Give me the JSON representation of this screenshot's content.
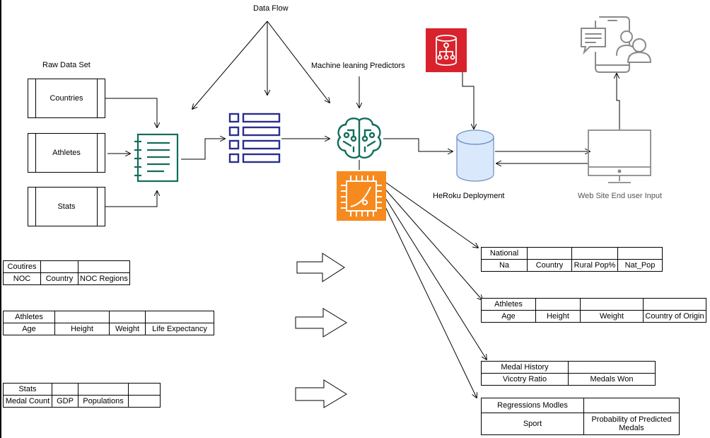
{
  "labels": {
    "data_flow": "Data Flow",
    "raw_data_set": "Raw Data Set",
    "ml_predictors": "Machine leaning Predictors",
    "heroku": "HeRoku Deployment",
    "website": "Web Site End user Input"
  },
  "sources": [
    "Countries",
    "Athletes",
    "Stats"
  ],
  "input_tables": {
    "countries": {
      "title": "Coutires",
      "columns": [
        "NOC",
        "Country",
        "NOC Regions"
      ]
    },
    "athletes": {
      "title": "Athletes",
      "columns": [
        "Age",
        "Height",
        "Weight",
        "Life Expectancy"
      ]
    },
    "stats": {
      "title": "Stats",
      "columns": [
        "Medal Count",
        "GDP",
        "Populations"
      ]
    }
  },
  "output_tables": {
    "national": {
      "title": "National",
      "columns": [
        "Na",
        "Country",
        "Rural Pop%",
        "Nat_Pop"
      ]
    },
    "athletes": {
      "title": "Athletes",
      "columns": [
        "Age",
        "Height",
        "Weight",
        "Country of Origin"
      ]
    },
    "medal_history": {
      "title": "Medal History",
      "columns": [
        "Vicotry Ratio",
        "Medals Won"
      ]
    },
    "regressions": {
      "title": "Regressions Modles",
      "columns": [
        "Sport",
        "Probability of Predicted Medals"
      ]
    }
  },
  "colors": {
    "green": "#116d5b",
    "navy": "#2a2e8f",
    "orange": "#f68a1f",
    "red": "#d8232d",
    "db_fill": "#dae8fc",
    "db_stroke": "#6c8ebf",
    "gray": "#8a8a8a"
  },
  "icons": [
    "document-icon",
    "list-icon",
    "brain-icon",
    "chip-icon",
    "database-red-icon",
    "database-icon",
    "monitor-icon",
    "mobile-chat-icon"
  ]
}
